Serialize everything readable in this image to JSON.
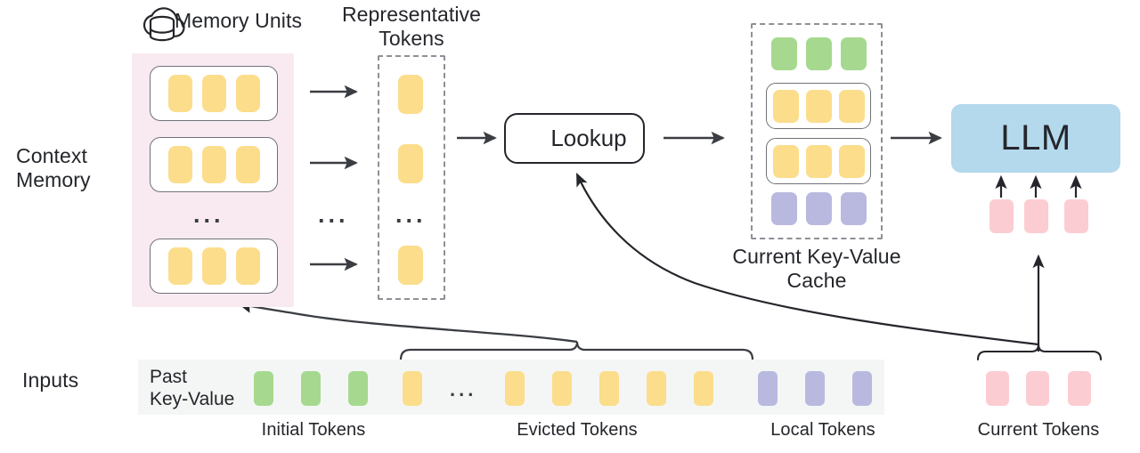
{
  "diagram": {
    "title_icon": "cloud-database-icon",
    "labels": {
      "memory_units": "Memory Units",
      "representative_tokens": "Representative\nTokens",
      "context_memory": "Context\nMemory",
      "inputs": "Inputs",
      "past_key_value": "Past\nKey-Value",
      "current_kv_cache": "Current Key-Value\nCache",
      "lookup": "Lookup",
      "llm": "LLM",
      "initial_tokens": "Initial Tokens",
      "evicted_tokens": "Evicted Tokens",
      "local_tokens": "Local Tokens",
      "current_tokens": "Current Tokens",
      "ellipsis": "..."
    },
    "colors": {
      "token_yellow": "#fbdd8b",
      "token_green": "#a6d98f",
      "token_purple": "#b9b9e0",
      "token_pink": "#fbcdd2",
      "context_memory_bg": "#f9eaf2",
      "inputs_strip_bg": "#f4f6f5",
      "llm_bg": "#b4d8ec",
      "stroke": "#24262b",
      "dashed_stroke": "#8d9096"
    },
    "context_memory": {
      "units": [
        {
          "tokens": [
            "yellow",
            "yellow",
            "yellow"
          ]
        },
        {
          "tokens": [
            "yellow",
            "yellow",
            "yellow"
          ]
        },
        {
          "tokens": [
            "yellow",
            "yellow",
            "yellow"
          ]
        }
      ],
      "ellipsis_between": "..."
    },
    "representative_tokens": {
      "tokens": [
        "yellow",
        "yellow",
        "yellow"
      ],
      "ellipsis_between": "..."
    },
    "kv_cache": {
      "rows": [
        {
          "boxed": false,
          "tokens": [
            "green",
            "green",
            "green"
          ]
        },
        {
          "boxed": true,
          "tokens": [
            "yellow",
            "yellow",
            "yellow"
          ]
        },
        {
          "boxed": true,
          "tokens": [
            "yellow",
            "yellow",
            "yellow"
          ]
        },
        {
          "boxed": false,
          "tokens": [
            "purple",
            "purple",
            "purple"
          ]
        }
      ]
    },
    "inputs_sequence": [
      {
        "color": "green",
        "group": "initial"
      },
      {
        "color": "green",
        "group": "initial"
      },
      {
        "color": "green",
        "group": "initial"
      },
      {
        "color": "yellow",
        "group": "evicted"
      },
      {
        "color": "ellipsis",
        "group": "evicted"
      },
      {
        "color": "yellow",
        "group": "evicted"
      },
      {
        "color": "yellow",
        "group": "evicted"
      },
      {
        "color": "yellow",
        "group": "evicted"
      },
      {
        "color": "yellow",
        "group": "evicted"
      },
      {
        "color": "yellow",
        "group": "evicted"
      },
      {
        "color": "purple",
        "group": "local"
      },
      {
        "color": "purple",
        "group": "local"
      },
      {
        "color": "purple",
        "group": "local"
      }
    ],
    "current_tokens": [
      "pink",
      "pink",
      "pink"
    ],
    "llm_input_tokens": [
      "pink",
      "pink",
      "pink"
    ]
  }
}
